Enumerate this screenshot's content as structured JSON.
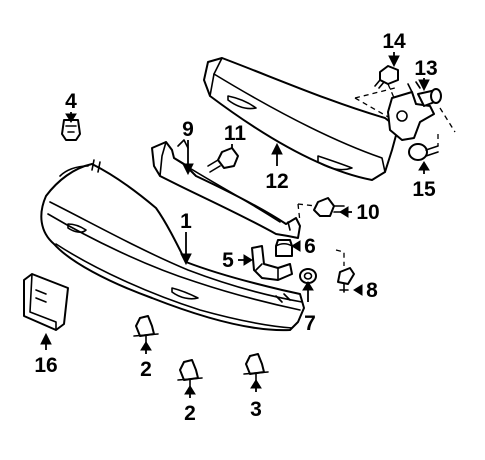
{
  "callouts": {
    "c1": "1",
    "c2a": "2",
    "c2b": "2",
    "c3": "3",
    "c4": "4",
    "c5": "5",
    "c6": "6",
    "c7": "7",
    "c8": "8",
    "c9": "9",
    "c10": "10",
    "c11": "11",
    "c12": "12",
    "c13": "13",
    "c14": "14",
    "c15": "15",
    "c16": "16"
  },
  "colors": {
    "line": "#000000",
    "background": "#ffffff"
  }
}
